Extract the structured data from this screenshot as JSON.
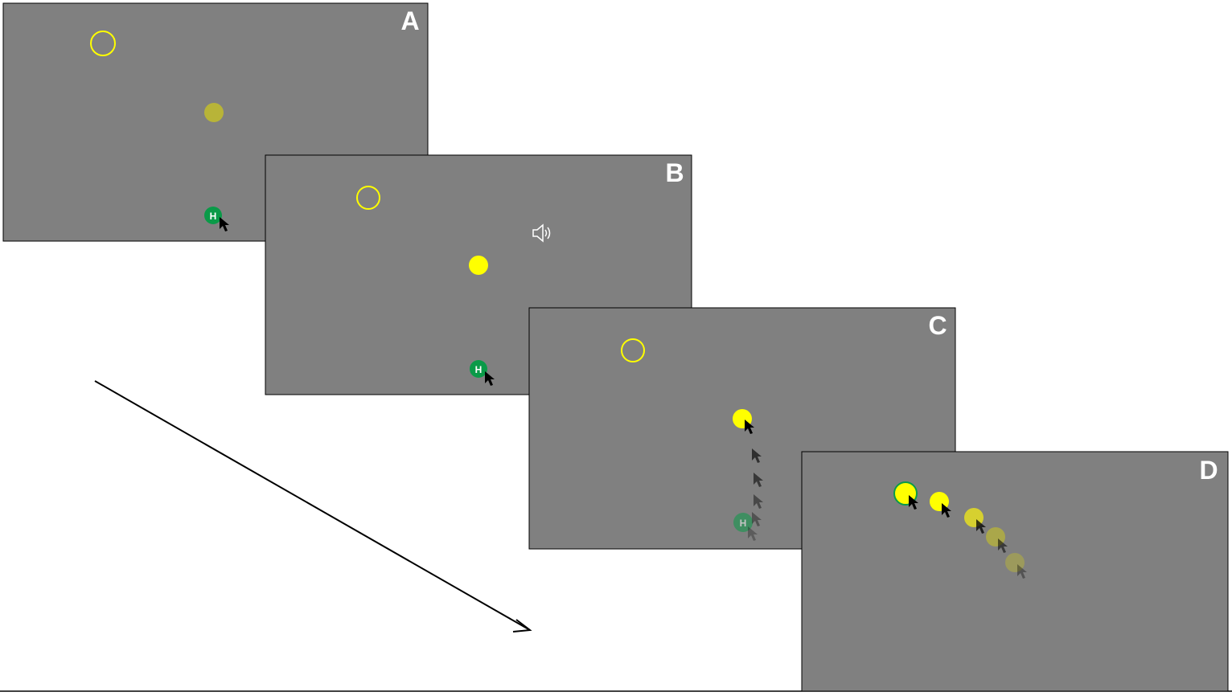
{
  "panels": [
    {
      "label": "A"
    },
    {
      "label": "B"
    },
    {
      "label": "C"
    },
    {
      "label": "D"
    }
  ],
  "home_marker_text": "H",
  "colors": {
    "screen_background": "#808080",
    "target_yellow": "#ffff00",
    "dim_yellow": "#b8b438",
    "home_green": "#0a9a48",
    "cursor": "#000000",
    "arrow": "#000000"
  },
  "icons": {
    "cursor": "mouse-pointer-arrow-icon",
    "sound": "speaker-icon"
  }
}
